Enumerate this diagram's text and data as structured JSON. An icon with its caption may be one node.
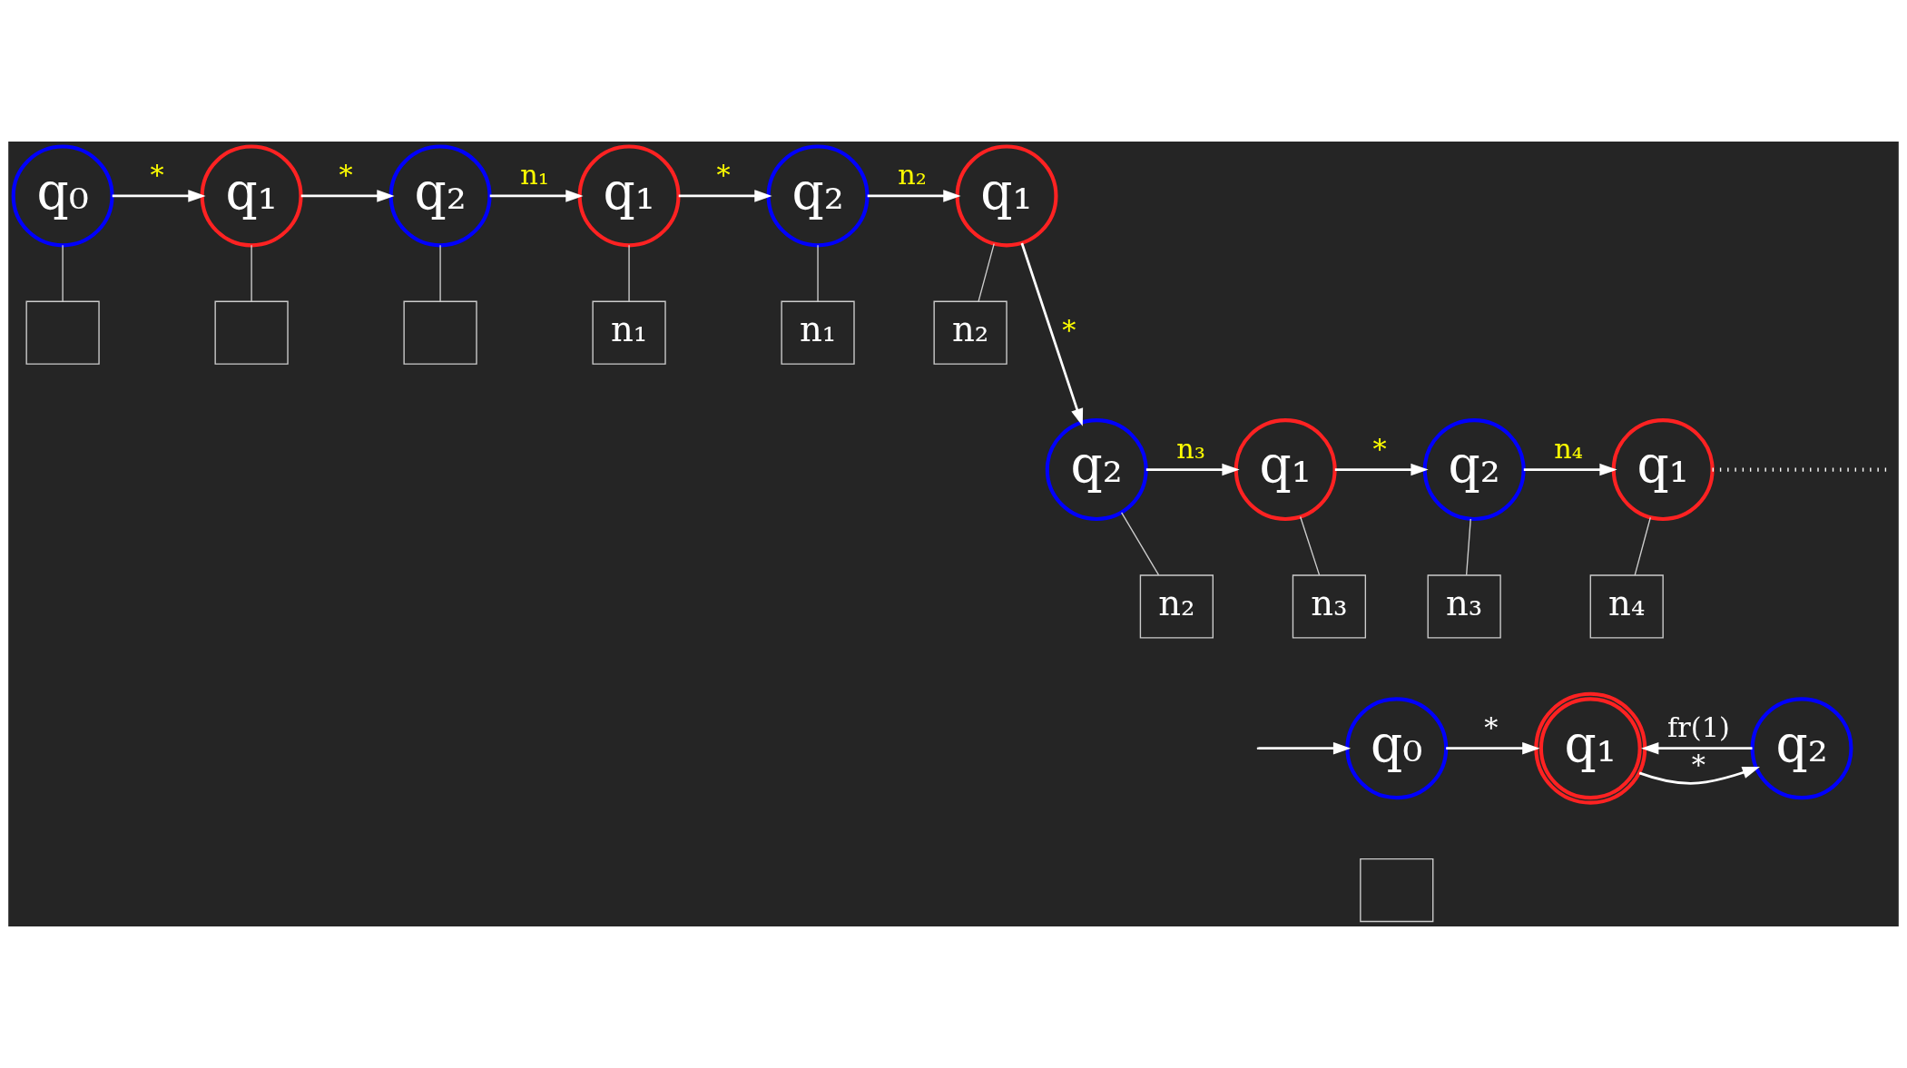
{
  "diagram": {
    "nodes": [
      {
        "text": [
          "q₀"
        ]
      },
      {
        "text": [
          "q₁"
        ]
      },
      {
        "text": [
          "q₂"
        ]
      },
      {
        "text": [
          "q₁"
        ]
      },
      {
        "text": [
          "q₂"
        ]
      },
      {
        "text": [
          "q₁"
        ]
      },
      {
        "text": [],
        "shape": "box"
      },
      {
        "text": [],
        "shape": "box"
      },
      {
        "text": [],
        "shape": "box"
      },
      {
        "text": [
          "n₁"
        ]
      },
      {
        "text": [
          "n₁"
        ]
      },
      {
        "text": [
          "n₂"
        ]
      },
      {
        "text": [
          "q₂"
        ]
      },
      {
        "text": [
          "q₁"
        ]
      },
      {
        "text": [
          "q₂"
        ]
      },
      {
        "text": [
          "q₁"
        ]
      },
      {
        "text": [
          "n₂"
        ]
      },
      {
        "text": [
          "n₃"
        ]
      },
      {
        "text": [
          "n₃"
        ]
      },
      {
        "text": [
          "n₄"
        ]
      },
      {
        "text": [
          "q₀"
        ]
      },
      {
        "text": [
          "q₁"
        ]
      },
      {
        "text": [
          "q₂"
        ]
      },
      {
        "text": [],
        "shape": "box"
      }
    ],
    "edges": [
      {
        "from": 0,
        "to": 1,
        "arrow": "to",
        "label": "*"
      },
      {
        "from": 1,
        "to": 2,
        "arrow": "to",
        "label": "*"
      },
      {
        "from": 2,
        "to": 3,
        "arrow": "to",
        "label": "n₁"
      },
      {
        "from": 3,
        "to": 4,
        "arrow": "to",
        "label": "*"
      },
      {
        "from": 4,
        "to": 5,
        "arrow": "to",
        "label": "n₂"
      },
      {
        "from": 5,
        "to": 12,
        "arrow": "to",
        "label": "*"
      },
      {
        "from": 12,
        "to": 13,
        "arrow": "to",
        "label": "n₃"
      },
      {
        "from": 13,
        "to": 14,
        "arrow": "to",
        "label": "*"
      },
      {
        "from": 14,
        "to": 15,
        "arrow": "to",
        "label": "n₄"
      },
      {
        "from": 15,
        "to": null,
        "arrow": "none",
        "style": "dashed"
      },
      {
        "from": 0,
        "to": 6,
        "arrow": "none",
        "color": "#cccccc"
      },
      {
        "from": 1,
        "to": 7,
        "arrow": "none",
        "color": "#cccccc"
      },
      {
        "from": 2,
        "to": 8,
        "arrow": "none",
        "color": "#cccccc"
      },
      {
        "from": 3,
        "to": 9,
        "arrow": "none",
        "color": "#cccccc"
      },
      {
        "from": 4,
        "to": 10,
        "arrow": "none",
        "color": "#cccccc"
      },
      {
        "from": 5,
        "to": 11,
        "arrow": "none",
        "color": "#cccccc"
      },
      {
        "from": 12,
        "to": 16,
        "arrow": "none",
        "color": "#cccccc"
      },
      {
        "from": 13,
        "to": 17,
        "arrow": "none",
        "color": "#cccccc"
      },
      {
        "from": 14,
        "to": 18,
        "arrow": "none",
        "color": "#cccccc"
      },
      {
        "from": 15,
        "to": 19,
        "arrow": "none",
        "color": "#cccccc"
      },
      {
        "from": null,
        "to": 20,
        "arrow": "to"
      },
      {
        "from": 20,
        "to": 21,
        "arrow": "to",
        "label": "*"
      },
      {
        "from": 21,
        "to": 22,
        "arrow": "to",
        "label": "*"
      },
      {
        "from": 22,
        "to": 21,
        "arrow": "to",
        "label": "fr(1)"
      }
    ]
  }
}
